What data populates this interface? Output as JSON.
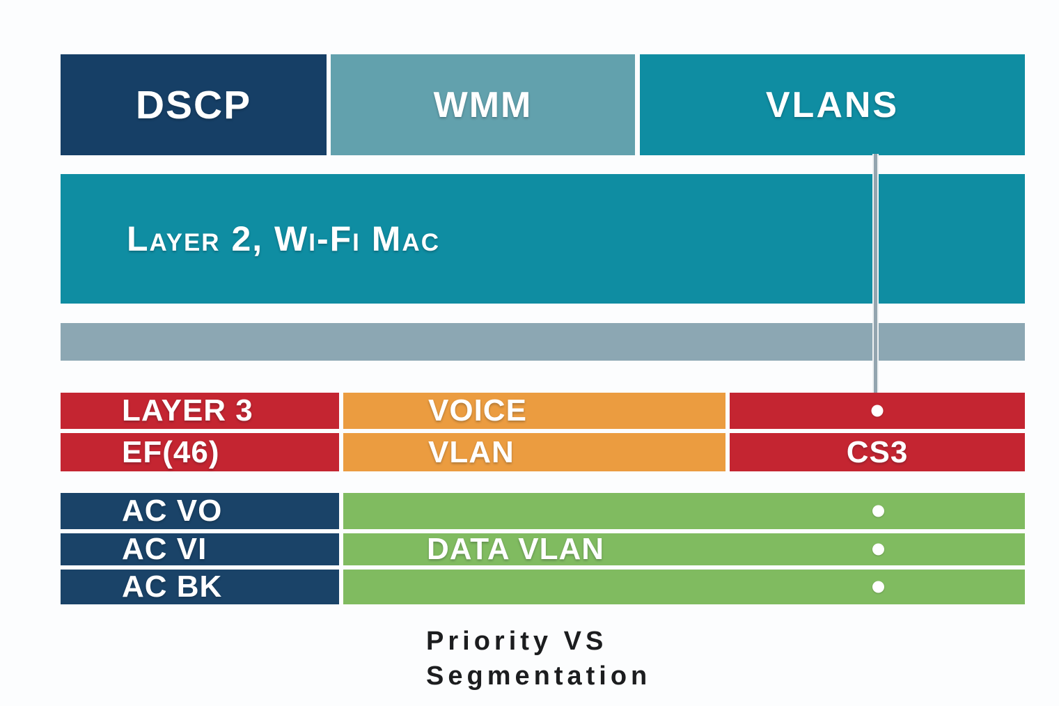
{
  "diagram": {
    "header": {
      "dscp_label": "DSCP",
      "wmm_label": "WMM",
      "vlans_label": "VLANS"
    },
    "layer2_bar_label": "Layer 2, Wi-Fi Mac",
    "qos_row": {
      "layer3_label": "LAYER 3",
      "dscp_value_label": "EF(46)",
      "voice_vlan_line1": "VOICE",
      "voice_vlan_line2": "VLAN",
      "cs3_label": "CS3",
      "vlan_bullet": "connector-endpoint-dot"
    },
    "access_category_rows": [
      {
        "label": "AC VO",
        "right_region": "DATA VLAN band",
        "bullet": "dot"
      },
      {
        "label": "AC VI",
        "right_region": "DATA VLAN band",
        "bullet": "dot"
      },
      {
        "label": "AC BK",
        "right_region": "DATA VLAN band",
        "bullet": "dot"
      }
    ],
    "data_vlan_label": "DATA VLAN",
    "title_line1": "Priority VS",
    "title_line2": "Segmentation",
    "colors": {
      "navy": "#163F66",
      "navy_rows": "#1A4368",
      "teal": "#0F8DA2",
      "wmm_teal": "#62A1AD",
      "gray_bar": "#8CA7B3",
      "connector": "#93A5AF",
      "red": "#C42531",
      "orange": "#EB9C40",
      "green": "#80BB60",
      "title_ink": "#1C1D1F"
    }
  }
}
